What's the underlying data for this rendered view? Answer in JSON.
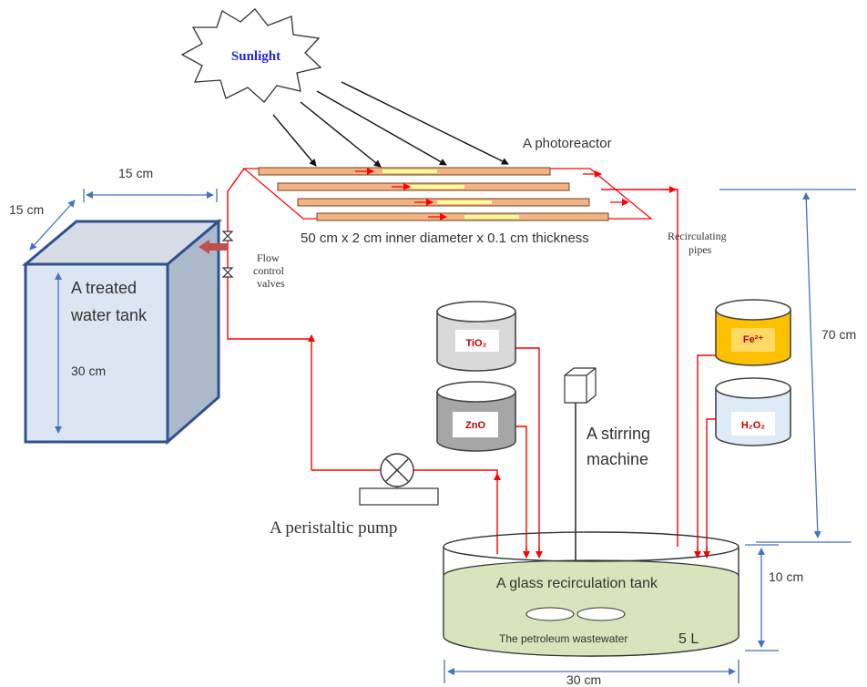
{
  "diagram": {
    "sun_label": "Sunlight",
    "photoreactor_label": "A photoreactor",
    "tube_spec": "50 cm x 2 cm inner diameter x 0.1 cm thickness",
    "recirc_pipes_line1": "Recirculating",
    "recirc_pipes_line2": "pipes",
    "flow_valves_line1": "Flow",
    "flow_valves_line2": "control",
    "flow_valves_line3": "valves",
    "tank_width": "15 cm",
    "tank_depth": "15 cm",
    "tank_height": "30 cm",
    "treated_tank_line1": "A treated",
    "treated_tank_line2": "water tank",
    "tio2": "TiO₂",
    "zno": "ZnO",
    "fe": "Fe²⁺",
    "h2o2": "H₂O₂",
    "stirrer_line1": "A stirring",
    "stirrer_line2": "machine",
    "pump_label": "A peristaltic pump",
    "height_70": "70 cm",
    "height_10": "10 cm",
    "width_30": "30 cm",
    "glass_tank_label": "A glass recirculation tank",
    "wastewater_label": "The petroleum wastewater",
    "volume_label": "5 L"
  },
  "colors": {
    "pipe": "#ff0000",
    "arrow_blue": "#4472c4",
    "tank_front": "#dce6f2",
    "tank_border": "#2f528f",
    "liquid": "#d7e4bc",
    "tube_fill": "#f4b183",
    "fe_fill": "#ffd966",
    "h2o2_fill": "#deebf7",
    "sun_text": "#2424d6"
  }
}
